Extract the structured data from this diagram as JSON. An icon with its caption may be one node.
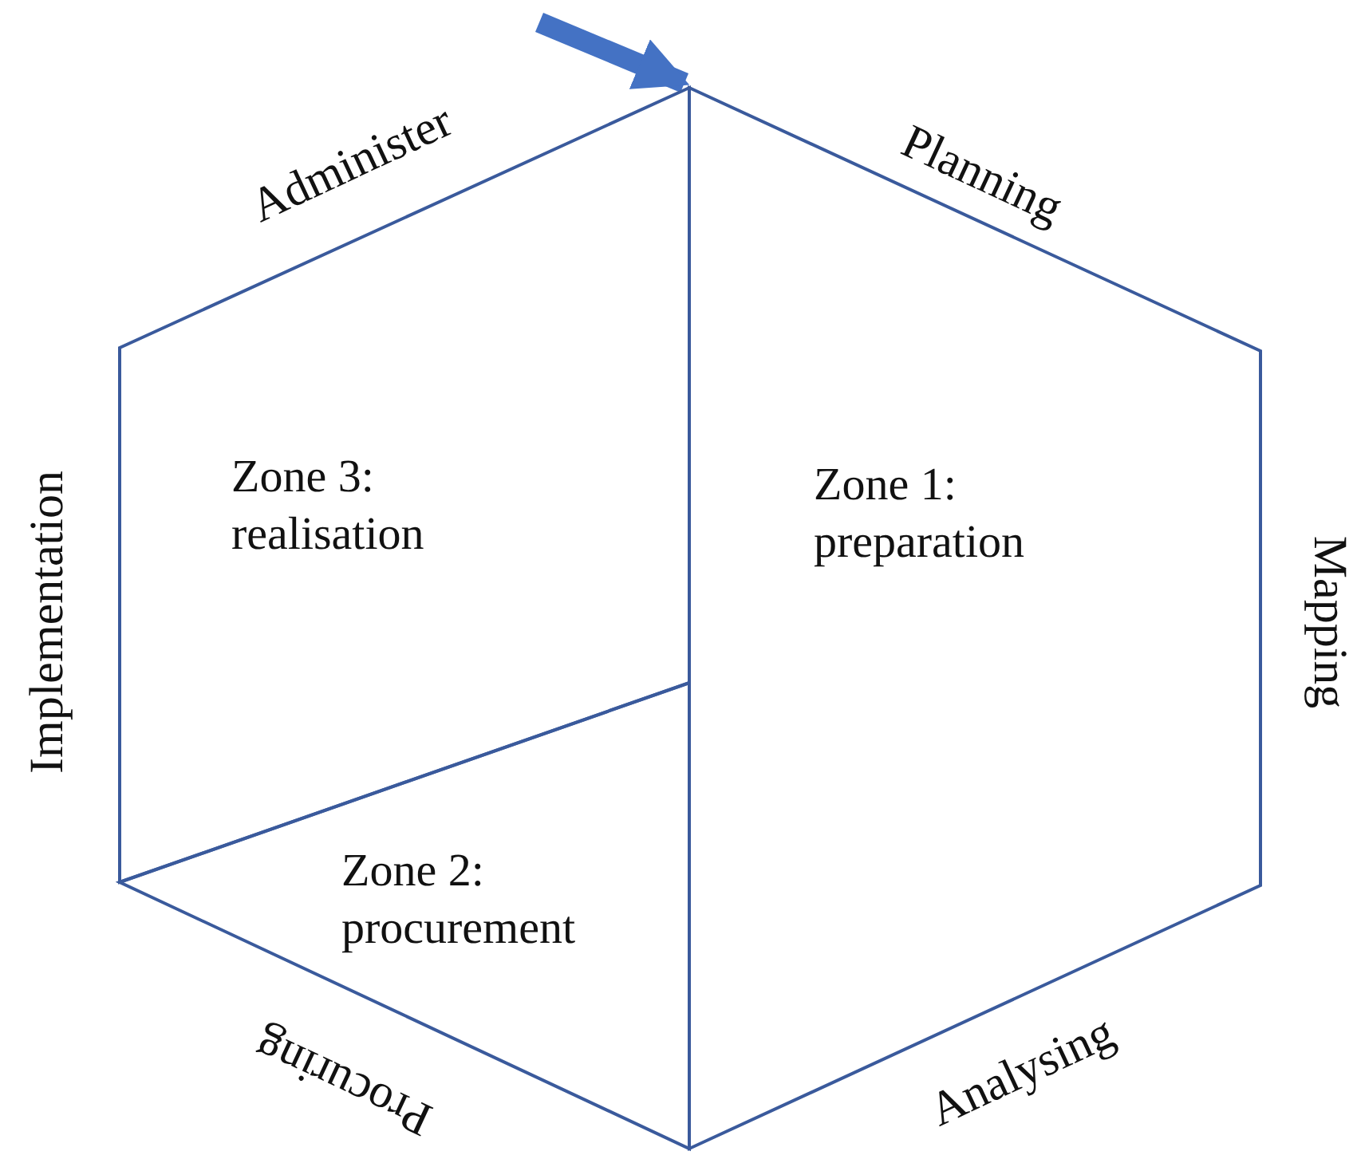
{
  "diagram": {
    "nodes": [
      {
        "text": [
          "Zone 1: preparation"
        ]
      },
      {
        "text": [
          "Zone 3: realisation"
        ]
      },
      {
        "text": [
          "Zone 2: procurement"
        ]
      }
    ],
    "edges": [],
    "labels": [
      "Administer",
      "Planning",
      "Implementation",
      "Mapping",
      "Procuring",
      "Analysing"
    ]
  }
}
